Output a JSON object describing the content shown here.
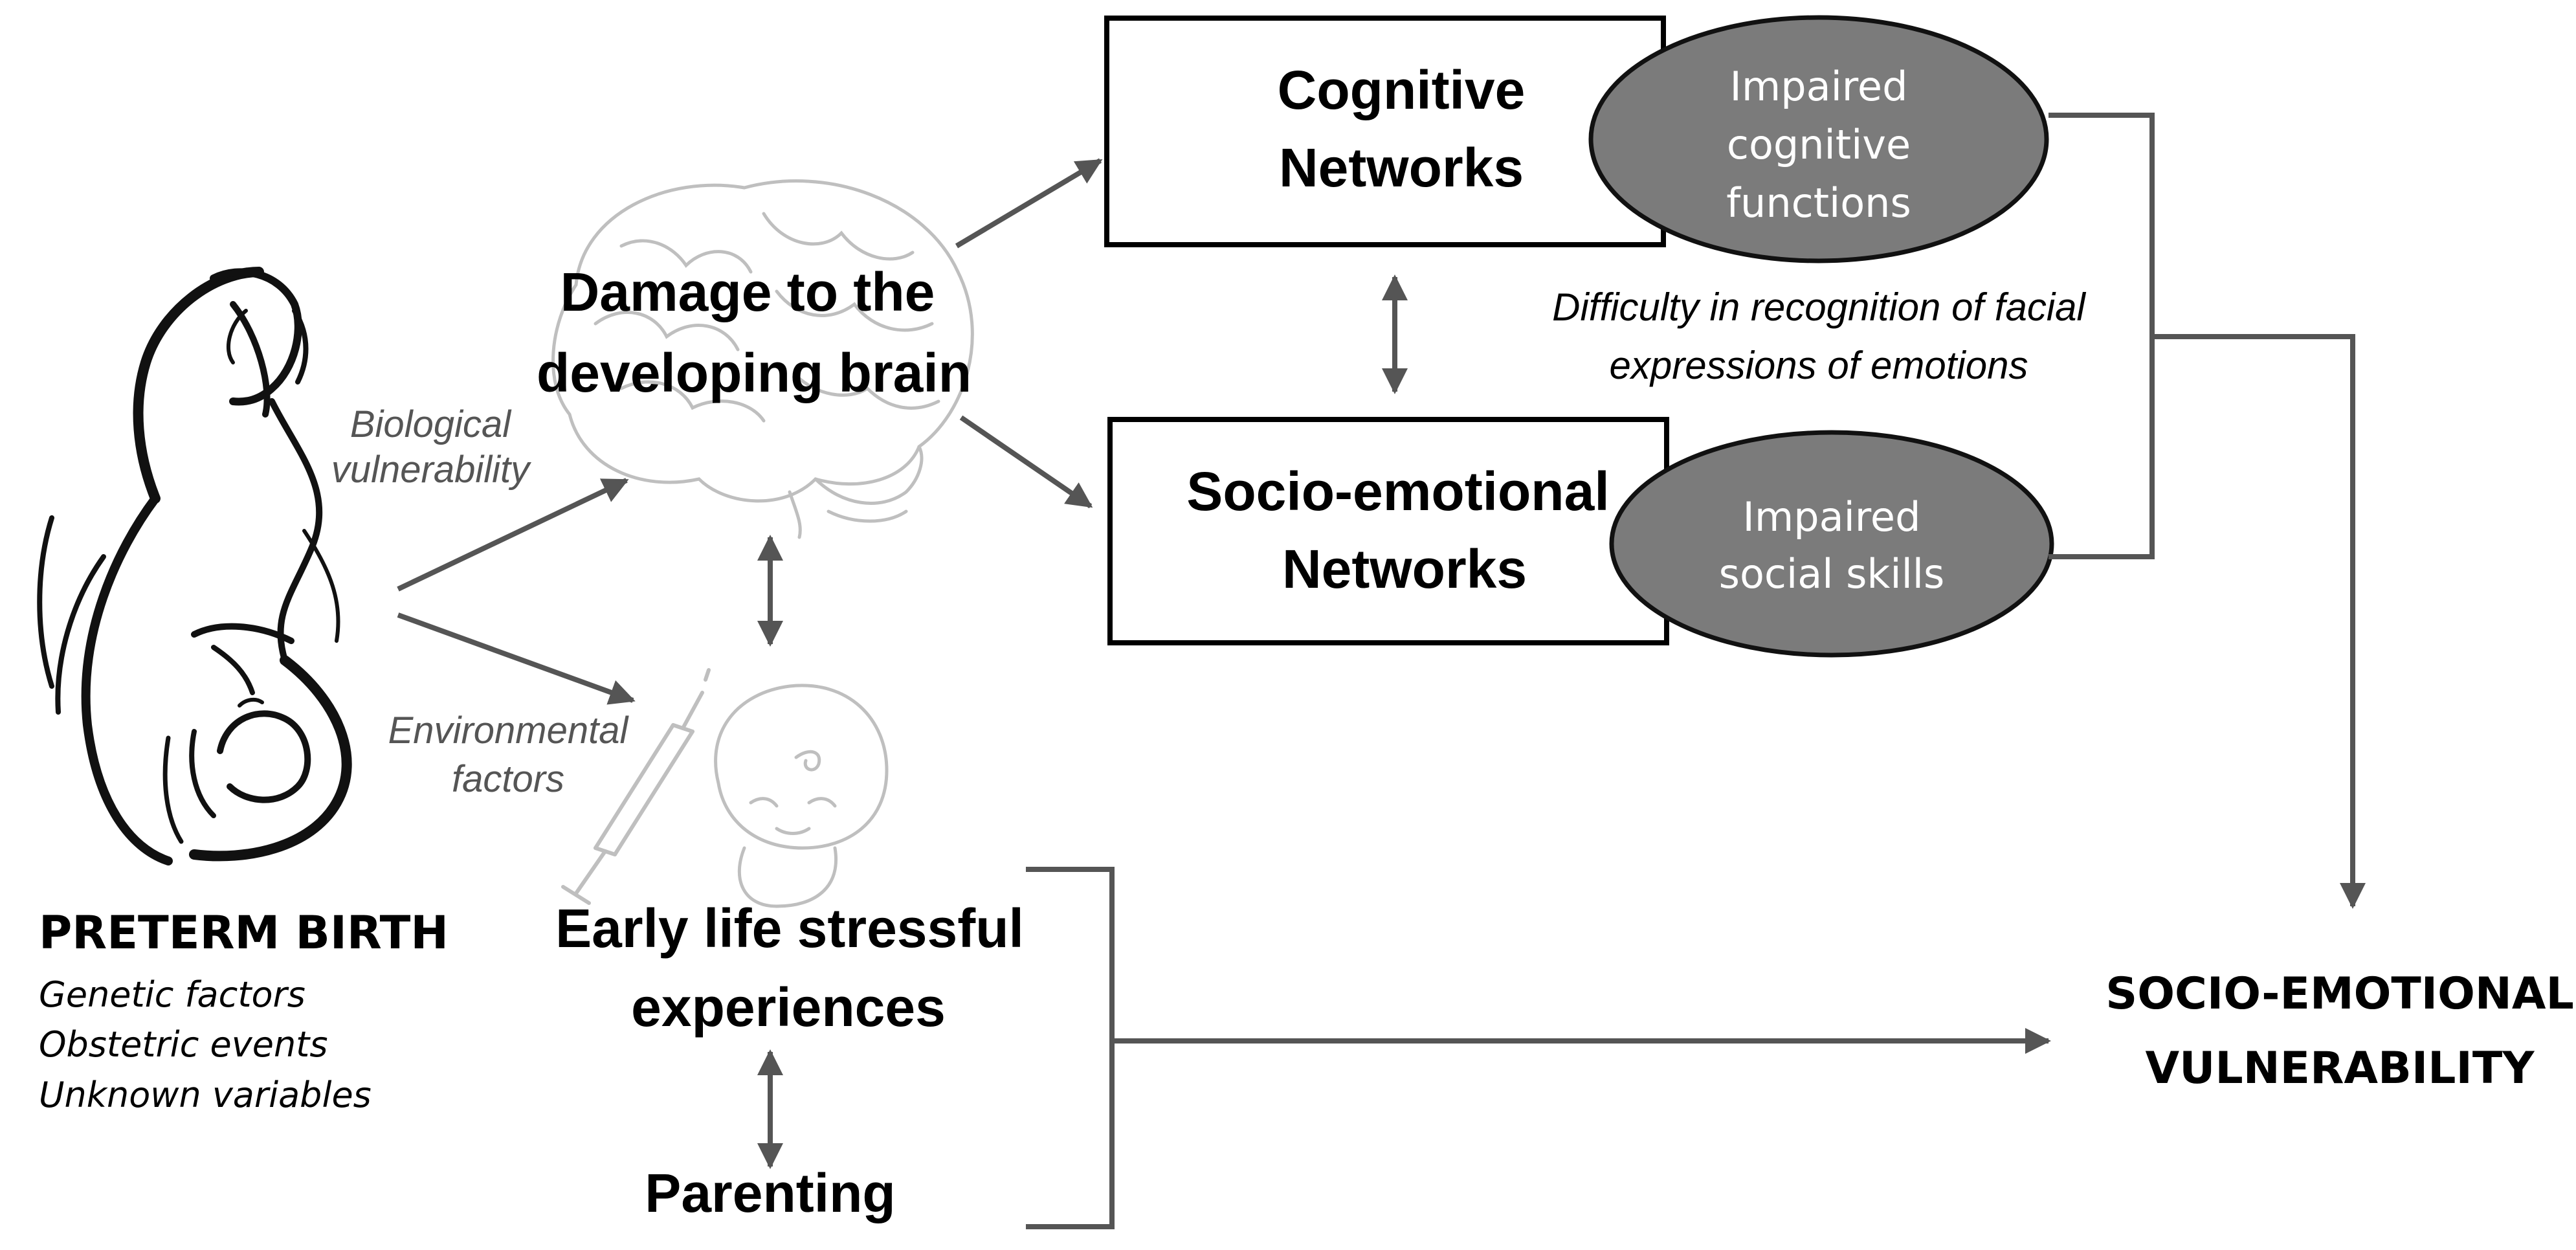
{
  "preterm": {
    "title": "PRETERM BIRTH",
    "items": [
      "Genetic factors",
      "Obstetric events",
      "Unknown variables"
    ]
  },
  "paths": {
    "biological": [
      "Biological",
      "vulnerability"
    ],
    "environmental": [
      "Environmental",
      "factors"
    ]
  },
  "brain": {
    "title": [
      "Damage to the",
      "developing brain"
    ]
  },
  "stress": {
    "title": [
      "Early life stressful",
      "experiences"
    ]
  },
  "parenting": {
    "title": "Parenting"
  },
  "cognitive": {
    "title": [
      "Cognitive",
      "Networks"
    ],
    "impairment": [
      "Impaired",
      "cognitive",
      "functions"
    ]
  },
  "socio": {
    "title": [
      "Socio-emotional",
      "Networks"
    ],
    "impairment": [
      "Impaired",
      "social skills"
    ]
  },
  "facial": {
    "label": [
      "Difficulty in recognition of facial",
      "expressions of emotions"
    ]
  },
  "outcome": {
    "title": [
      "SOCIO-EMOTIONAL",
      "VULNERABILITY"
    ]
  },
  "colors": {
    "line": "#555555",
    "ellipse": "#7b7b7b",
    "ellipse_text": "#ffffff",
    "sketch": "#bfbfbf",
    "mother": "#111111",
    "label_grey": "#555555"
  }
}
